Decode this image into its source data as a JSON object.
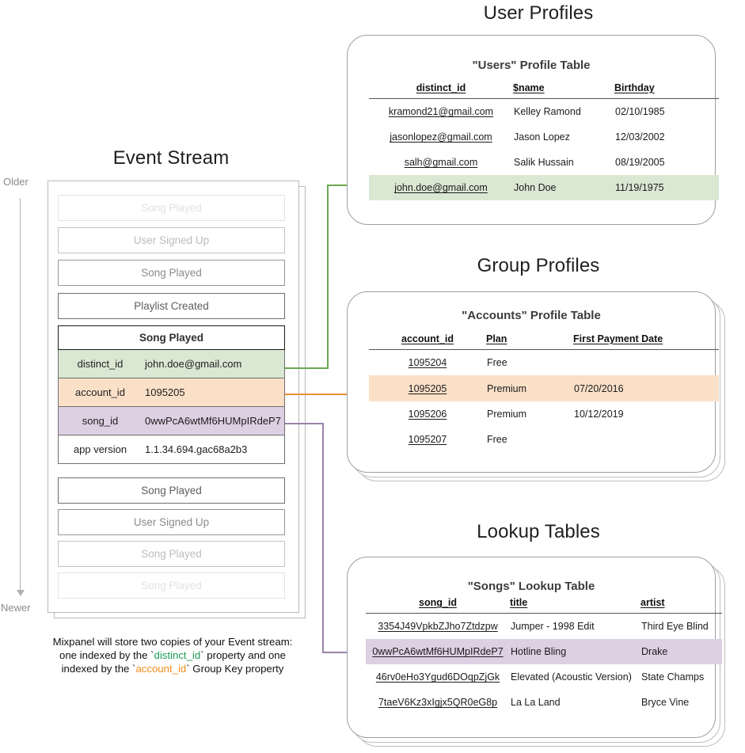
{
  "timeline": {
    "older": "Older",
    "newer": "Newer"
  },
  "event_stream": {
    "title": "Event Stream",
    "events_before": [
      {
        "label": "Song Played",
        "fade": "f1"
      },
      {
        "label": "User Signed Up",
        "fade": "f2"
      },
      {
        "label": "Song Played",
        "fade": "f3"
      },
      {
        "label": "Playlist Created",
        "fade": "f4"
      }
    ],
    "expanded_event": {
      "name": "Song Played",
      "properties": [
        {
          "key": "distinct_id",
          "value": "john.doe@gmail.com",
          "highlight": "green"
        },
        {
          "key": "account_id",
          "value": "1095205",
          "highlight": "orange"
        },
        {
          "key": "song_id",
          "value": "0wwPcA6wtMf6HUMpIRdeP7",
          "highlight": "purple"
        },
        {
          "key": "app version",
          "value": "1.1.34.694.gac68a2b3",
          "highlight": "none"
        }
      ]
    },
    "events_after": [
      {
        "label": "Song Played",
        "fade": "f4"
      },
      {
        "label": "User Signed Up",
        "fade": "f3"
      },
      {
        "label": "Song Played",
        "fade": "f2"
      },
      {
        "label": "Song Played",
        "fade": "f1"
      }
    ],
    "caption": {
      "line1": "Mixpanel will store two copies of your Event stream:",
      "line2_a": "one indexed by the `",
      "line2_code": "distinct_id",
      "line2_b": "` property and one",
      "line3_a": "indexed by the `",
      "line3_code": "account_id",
      "line3_b": "` Group Key property"
    }
  },
  "user_profiles": {
    "title": "User Profiles",
    "table_title": "\"Users\" Profile Table",
    "columns": [
      "distinct_id",
      "$name",
      "Birthday"
    ],
    "rows": [
      {
        "distinct_id": "kramond21@gmail.com",
        "name": "Kelley Ramond",
        "birthday": "02/10/1985",
        "highlight": false
      },
      {
        "distinct_id": "jasonlopez@gmail.com",
        "name": "Jason Lopez",
        "birthday": "12/03/2002",
        "highlight": false
      },
      {
        "distinct_id": "salh@gmail.com",
        "name": "Salik Hussain",
        "birthday": "08/19/2005",
        "highlight": false
      },
      {
        "distinct_id": "john.doe@gmail.com",
        "name": "John Doe",
        "birthday": "11/19/1975",
        "highlight": true
      }
    ]
  },
  "group_profiles": {
    "title": "Group Profiles",
    "table_title": "\"Accounts\" Profile Table",
    "columns": [
      "account_id",
      "Plan",
      "First Payment Date"
    ],
    "rows": [
      {
        "account_id": "1095204",
        "plan": "Free",
        "first_payment_date": "",
        "highlight": false
      },
      {
        "account_id": "1095205",
        "plan": "Premium",
        "first_payment_date": "07/20/2016",
        "highlight": true
      },
      {
        "account_id": "1095206",
        "plan": "Premium",
        "first_payment_date": "10/12/2019",
        "highlight": false
      },
      {
        "account_id": "1095207",
        "plan": "Free",
        "first_payment_date": "",
        "highlight": false
      }
    ]
  },
  "lookup_tables": {
    "title": "Lookup Tables",
    "table_title": "\"Songs\" Lookup Table",
    "columns": [
      "song_id",
      "title",
      "artist"
    ],
    "rows": [
      {
        "song_id": "3354J49VpkbZJho7Ztdzpw",
        "song_title": "Jumper - 1998 Edit",
        "artist": "Third Eye Blind",
        "highlight": false
      },
      {
        "song_id": "0wwPcA6wtMf6HUMpIRdeP7",
        "song_title": "Hotline Bling",
        "artist": "Drake",
        "highlight": true
      },
      {
        "song_id": "46rv0eHo3Ygud6DOqpZjGk",
        "song_title": "Elevated (Acoustic Version)",
        "artist": "State Champs",
        "highlight": false
      },
      {
        "song_id": "7taeV6Kz3xIgjx5QR0eG8p",
        "song_title": "La La Land",
        "artist": "Bryce Vine",
        "highlight": false
      }
    ]
  },
  "colors": {
    "green": "#d9e7d3",
    "orange": "#fbe0c8",
    "purple": "#ddd0e3",
    "connector_green": "#6aa84f",
    "connector_orange": "#e69138",
    "connector_purple": "#9b83a8",
    "code_green": "#1a9e54",
    "code_orange": "#f08c19"
  }
}
